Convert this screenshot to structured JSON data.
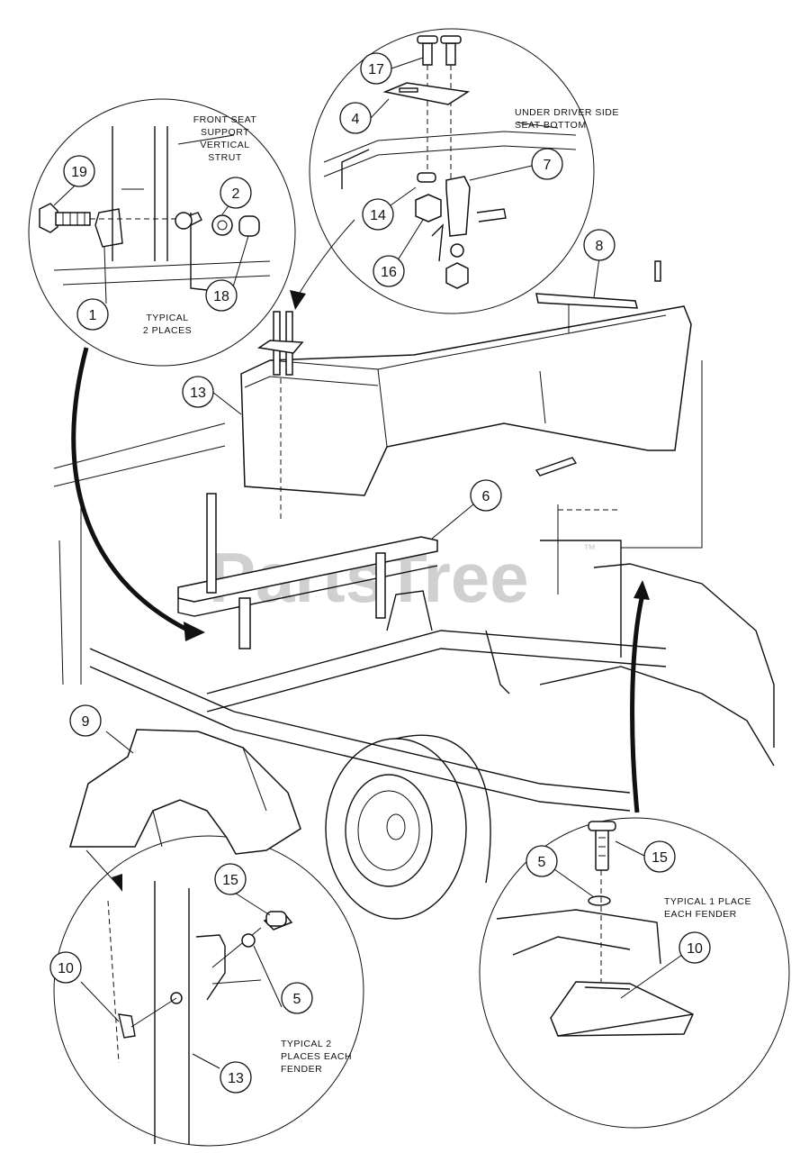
{
  "watermark": "PartsTree",
  "trademark": "™",
  "notes": {
    "front_seat": [
      "FRONT SEAT",
      "SUPPORT",
      "VERTICAL",
      "STRUT"
    ],
    "typical_2_places": [
      "TYPICAL",
      "2 PLACES"
    ],
    "under_driver": [
      "UNDER DRIVER SIDE",
      "SEAT BOTTOM"
    ],
    "typical_1_place": [
      "TYPICAL 1 PLACE",
      "EACH FENDER"
    ],
    "typical_2_places_fender": [
      "TYPICAL 2",
      "PLACES EACH",
      "FENDER"
    ]
  },
  "callouts": [
    "17",
    "4",
    "7",
    "14",
    "16",
    "19",
    "2",
    "18",
    "1",
    "8",
    "13",
    "6",
    "9",
    "5",
    "15",
    "10",
    "15",
    "10",
    "5",
    "13"
  ]
}
